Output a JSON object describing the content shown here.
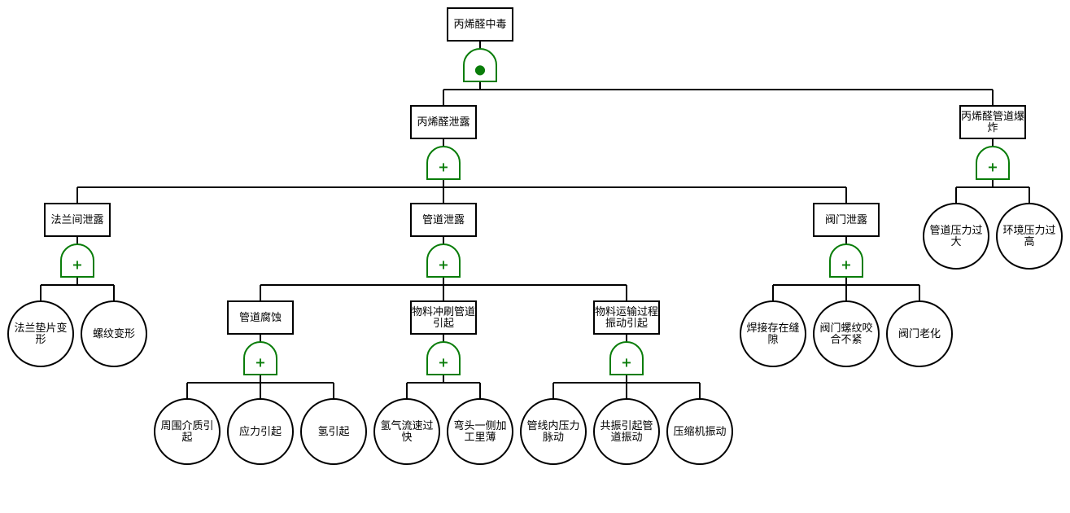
{
  "diagram": {
    "type": "fault-tree",
    "colors": {
      "gate": "#0a7d0a",
      "stroke": "#000000",
      "background": "#ffffff"
    },
    "nodes": [
      {
        "id": "n0",
        "kind": "event",
        "label": "丙烯醛中毒"
      },
      {
        "id": "g0",
        "kind": "gate",
        "gate": "and",
        "symbol": "●"
      },
      {
        "id": "n1",
        "kind": "event",
        "label": "丙烯醛泄露"
      },
      {
        "id": "n2",
        "kind": "event",
        "label": "丙烯醛管道爆炸"
      },
      {
        "id": "g1",
        "kind": "gate",
        "gate": "or",
        "symbol": "+"
      },
      {
        "id": "g2",
        "kind": "gate",
        "gate": "or",
        "symbol": "+"
      },
      {
        "id": "n3",
        "kind": "event",
        "label": "法兰间泄露"
      },
      {
        "id": "n4",
        "kind": "event",
        "label": "管道泄露"
      },
      {
        "id": "n5",
        "kind": "event",
        "label": "阀门泄露"
      },
      {
        "id": "b_pipe_press",
        "kind": "basic",
        "label": "管道压力过大"
      },
      {
        "id": "b_env_press",
        "kind": "basic",
        "label": "环境压力过高"
      },
      {
        "id": "g3",
        "kind": "gate",
        "gate": "or",
        "symbol": "+"
      },
      {
        "id": "g4",
        "kind": "gate",
        "gate": "or",
        "symbol": "+"
      },
      {
        "id": "g5",
        "kind": "gate",
        "gate": "or",
        "symbol": "+"
      },
      {
        "id": "b_gasket",
        "kind": "basic",
        "label": "法兰垫片变形"
      },
      {
        "id": "b_thread",
        "kind": "basic",
        "label": "螺纹变形"
      },
      {
        "id": "n6",
        "kind": "event",
        "label": "管道腐蚀"
      },
      {
        "id": "n7",
        "kind": "event",
        "label": "物料冲刷管道引起"
      },
      {
        "id": "n8",
        "kind": "event",
        "label": "物料运输过程振动引起"
      },
      {
        "id": "b_weld",
        "kind": "basic",
        "label": "焊接存在缝隙"
      },
      {
        "id": "b_valve_screw",
        "kind": "basic",
        "label": "阀门螺纹咬合不紧"
      },
      {
        "id": "b_valve_age",
        "kind": "basic",
        "label": "阀门老化"
      },
      {
        "id": "g6",
        "kind": "gate",
        "gate": "or",
        "symbol": "+"
      },
      {
        "id": "g7",
        "kind": "gate",
        "gate": "or",
        "symbol": "+"
      },
      {
        "id": "g8",
        "kind": "gate",
        "gate": "or",
        "symbol": "+"
      },
      {
        "id": "b_medium",
        "kind": "basic",
        "label": "周围介质引起"
      },
      {
        "id": "b_stress",
        "kind": "basic",
        "label": "应力引起"
      },
      {
        "id": "b_hydrogen",
        "kind": "basic",
        "label": "氢引起"
      },
      {
        "id": "b_flow",
        "kind": "basic",
        "label": "氢气流速过快"
      },
      {
        "id": "b_elbow",
        "kind": "basic",
        "label": "弯头一侧加工里薄"
      },
      {
        "id": "b_inner_press",
        "kind": "basic",
        "label": "管线内压力脉动"
      },
      {
        "id": "b_resonance",
        "kind": "basic",
        "label": "共振引起管道振动"
      },
      {
        "id": "b_compressor",
        "kind": "basic",
        "label": "压缩机振动"
      }
    ],
    "edges": [
      [
        "n0",
        "g0"
      ],
      [
        "g0",
        "n1"
      ],
      [
        "g0",
        "n2"
      ],
      [
        "n1",
        "g1"
      ],
      [
        "g1",
        "n3"
      ],
      [
        "g1",
        "n4"
      ],
      [
        "g1",
        "n5"
      ],
      [
        "n2",
        "g2"
      ],
      [
        "g2",
        "b_pipe_press"
      ],
      [
        "g2",
        "b_env_press"
      ],
      [
        "n3",
        "g3"
      ],
      [
        "g3",
        "b_gasket"
      ],
      [
        "g3",
        "b_thread"
      ],
      [
        "n4",
        "g4"
      ],
      [
        "g4",
        "n6"
      ],
      [
        "g4",
        "n7"
      ],
      [
        "g4",
        "n8"
      ],
      [
        "n5",
        "g5"
      ],
      [
        "g5",
        "b_weld"
      ],
      [
        "g5",
        "b_valve_screw"
      ],
      [
        "g5",
        "b_valve_age"
      ],
      [
        "n6",
        "g6"
      ],
      [
        "g6",
        "b_medium"
      ],
      [
        "g6",
        "b_stress"
      ],
      [
        "g6",
        "b_hydrogen"
      ],
      [
        "n7",
        "g7"
      ],
      [
        "g7",
        "b_flow"
      ],
      [
        "g7",
        "b_elbow"
      ],
      [
        "n8",
        "g8"
      ],
      [
        "g8",
        "b_inner_press"
      ],
      [
        "g8",
        "b_resonance"
      ],
      [
        "g8",
        "b_compressor"
      ]
    ]
  }
}
